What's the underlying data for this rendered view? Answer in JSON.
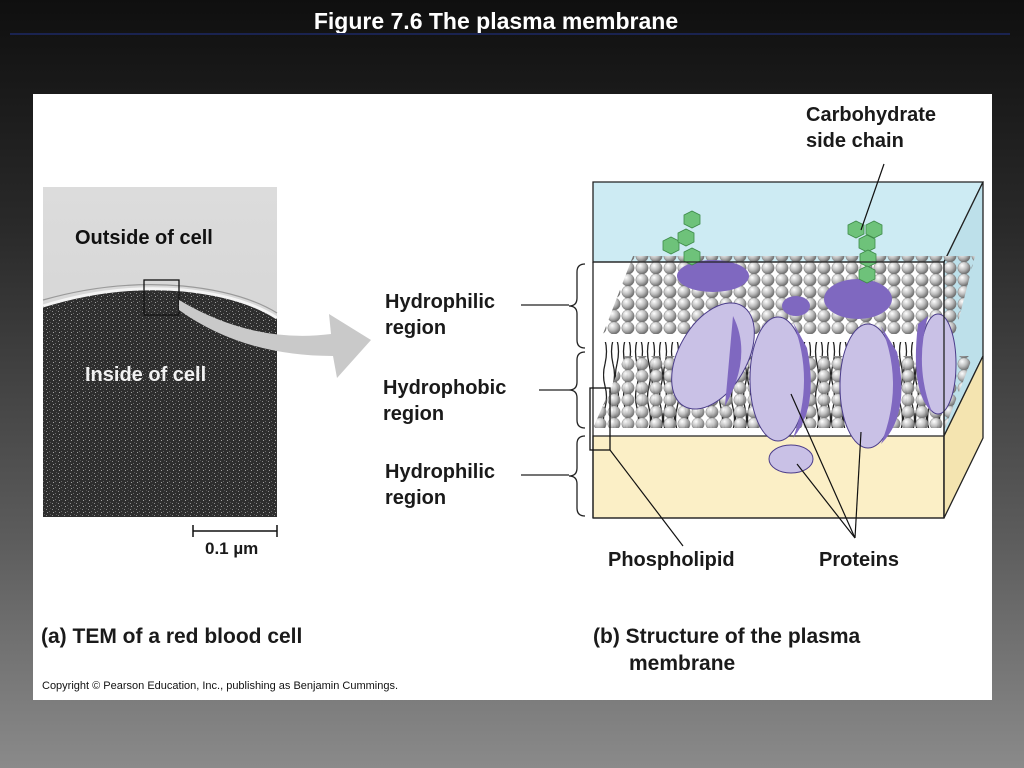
{
  "slide": {
    "title": "Figure 7.6  The plasma membrane"
  },
  "panel_a": {
    "outside_label": "Outside of cell",
    "inside_label": "Inside of cell",
    "scale_label": "0.1 µm",
    "caption": "(a) TEM of a red blood cell"
  },
  "panel_b": {
    "carbohydrate_label_line1": "Carbohydrate",
    "carbohydrate_label_line2": "side chain",
    "regions": [
      {
        "line1": "Hydrophilic",
        "line2": "region"
      },
      {
        "line1": "Hydrophobic",
        "line2": "region"
      },
      {
        "line1": "Hydrophilic",
        "line2": "region"
      }
    ],
    "phospholipid_label": "Phospholipid",
    "proteins_label": "Proteins",
    "caption_line1": "(b) Structure of the plasma",
    "caption_line2": "membrane"
  },
  "copyright": "Copyright © Pearson Education, Inc., publishing as Benjamin Cummings.",
  "colors": {
    "water_blue": "#cdebf3",
    "cytoplasm_cream": "#fbefc6",
    "protein_lilac": "#c9c1e6",
    "protein_purple": "#7f68c0",
    "carbohydrate_green": "#6ec27a",
    "pointer_arrow": "#c8c8c8"
  }
}
